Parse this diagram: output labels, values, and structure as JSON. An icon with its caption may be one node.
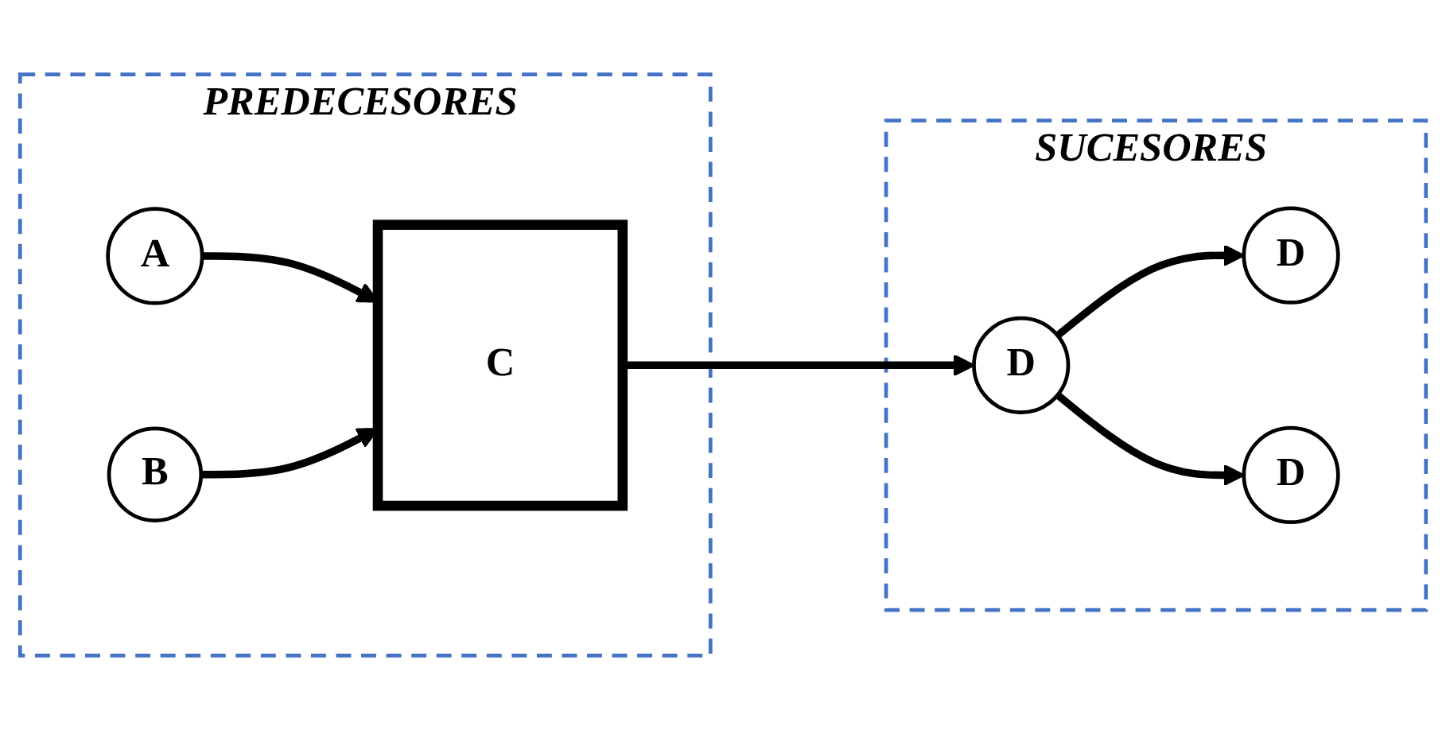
{
  "diagram": {
    "nodes": [
      {
        "text": [
          "PREDECESORES"
        ]
      },
      {
        "text": [
          "A"
        ],
        "in": 0
      },
      {
        "text": [
          "B"
        ],
        "in": 0
      },
      {
        "text": [
          "C"
        ],
        "in": 0
      },
      {
        "text": [
          "SUCESORES"
        ]
      },
      {
        "text": [
          "D"
        ],
        "in": 4
      },
      {
        "text": [
          "D"
        ],
        "in": 4
      },
      {
        "text": [
          "D"
        ],
        "in": 4
      }
    ],
    "edges": [
      {
        "from": 1,
        "to": 3,
        "arrow": "to"
      },
      {
        "from": 2,
        "to": 3,
        "arrow": "to"
      },
      {
        "from": 3,
        "to": 5,
        "arrow": "to"
      },
      {
        "from": 5,
        "to": 6,
        "arrow": "to"
      },
      {
        "from": 5,
        "to": 7,
        "arrow": "to"
      }
    ]
  }
}
